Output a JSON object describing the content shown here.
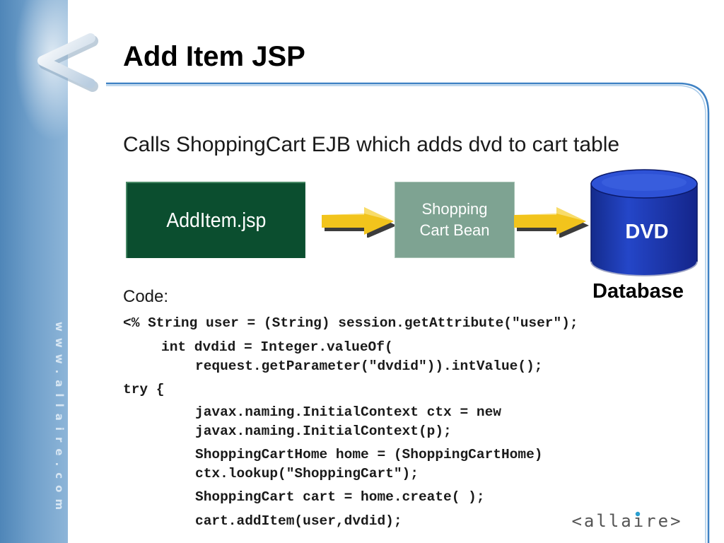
{
  "slide": {
    "title": "Add Item JSP",
    "subtitle": "Calls ShoppingCart EJB which adds dvd to cart table",
    "side_url": "www.allaire.com"
  },
  "diagram": {
    "jsp_box": "AddItem.jsp",
    "bean_box_line1": "Shopping",
    "bean_box_line2": "Cart Bean",
    "db_label": "DVD",
    "db_caption": "Database",
    "colors": {
      "jsp_box": "#0b4e2f",
      "bean_box": "#7ea392",
      "arrow": "#f2c41c",
      "database": "#1d3bb5"
    }
  },
  "code": {
    "label": "Code:",
    "lines": [
      "<% String user = (String) session.getAttribute(\"user\");",
      "int dvdid = Integer.valueOf(",
      "request.getParameter(\"dvdid\")).intValue();",
      "try {",
      "javax.naming.InitialContext ctx = new",
      "javax.naming.InitialContext(p);",
      "ShoppingCartHome home = (ShoppingCartHome)",
      "ctx.lookup(\"ShoppingCart\");",
      "ShoppingCart cart = home.create( );",
      "cart.addItem(user,dvdid);"
    ]
  },
  "footer": {
    "logo_text": "<allaire>",
    "logo_icon": "allaire-logo"
  }
}
